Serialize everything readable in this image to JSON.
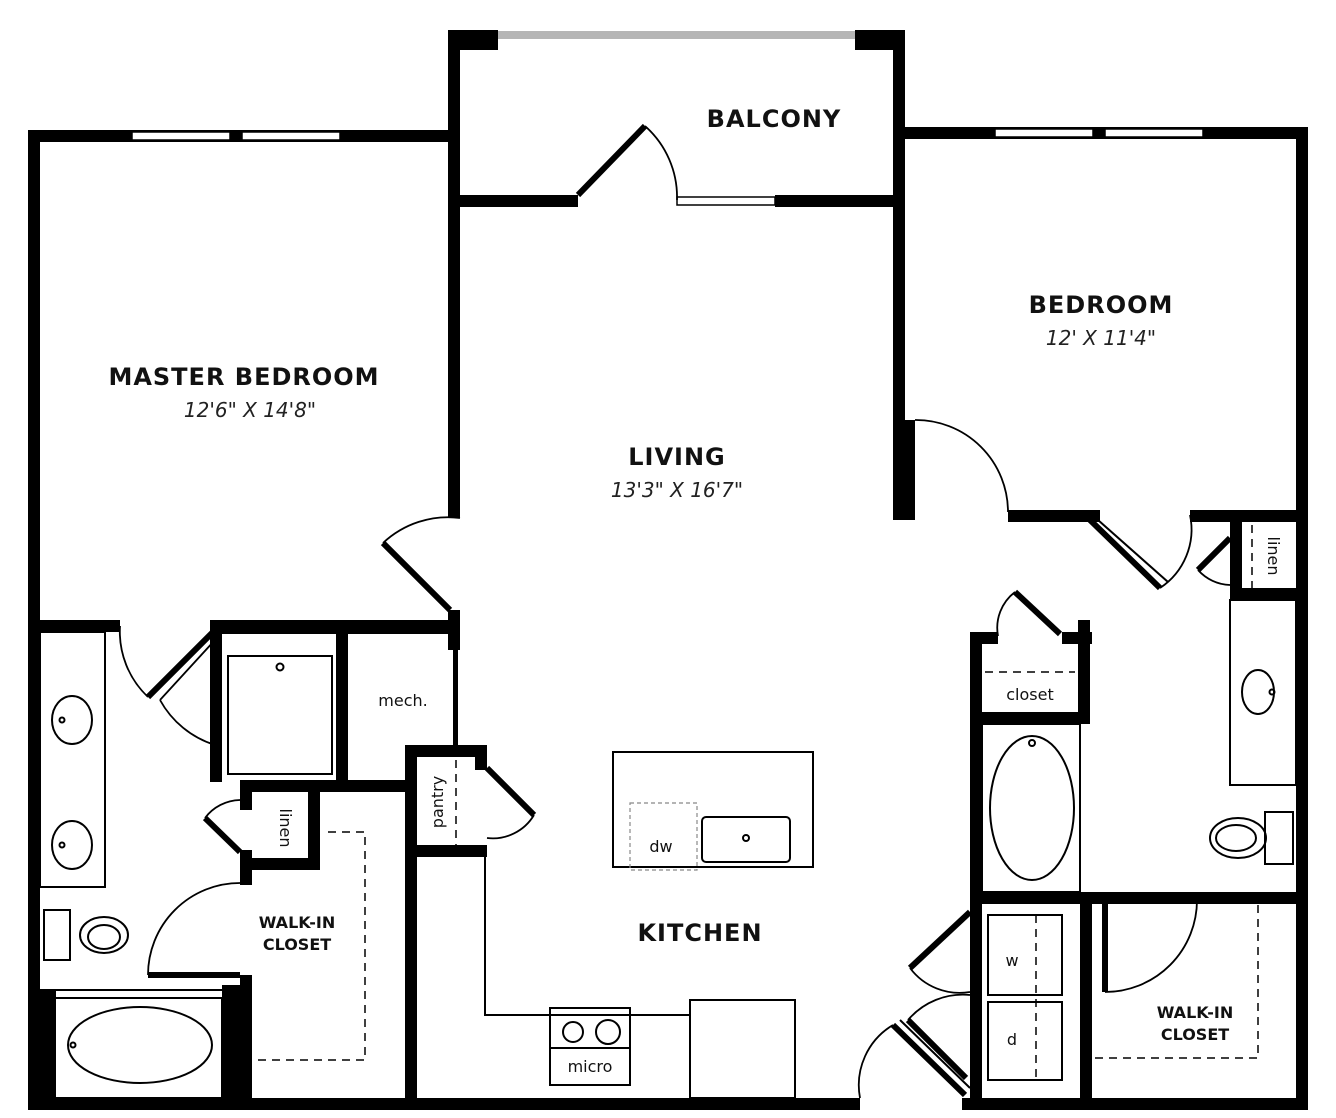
{
  "rooms": {
    "balcony": {
      "label": "BALCONY"
    },
    "bedroom": {
      "label": "BEDROOM",
      "dimensions": "12' X 11'4\""
    },
    "master_bedroom": {
      "label": "MASTER BEDROOM",
      "dimensions": "12'6\" X 14'8\""
    },
    "living": {
      "label": "LIVING",
      "dimensions": "13'3\" X 16'7\""
    },
    "kitchen": {
      "label": "KITCHEN"
    },
    "master_walk_in_closet": {
      "line1": "WALK-IN",
      "line2": "CLOSET"
    },
    "bedroom_walk_in_closet": {
      "line1": "WALK-IN",
      "line2": "CLOSET"
    }
  },
  "fixtures": {
    "mech": "mech.",
    "master_linen": "linen",
    "bedroom_linen": "linen",
    "pantry": "pantry",
    "closet": "closet",
    "dishwasher": "dw",
    "microwave": "micro",
    "washer": "w",
    "dryer": "d"
  }
}
